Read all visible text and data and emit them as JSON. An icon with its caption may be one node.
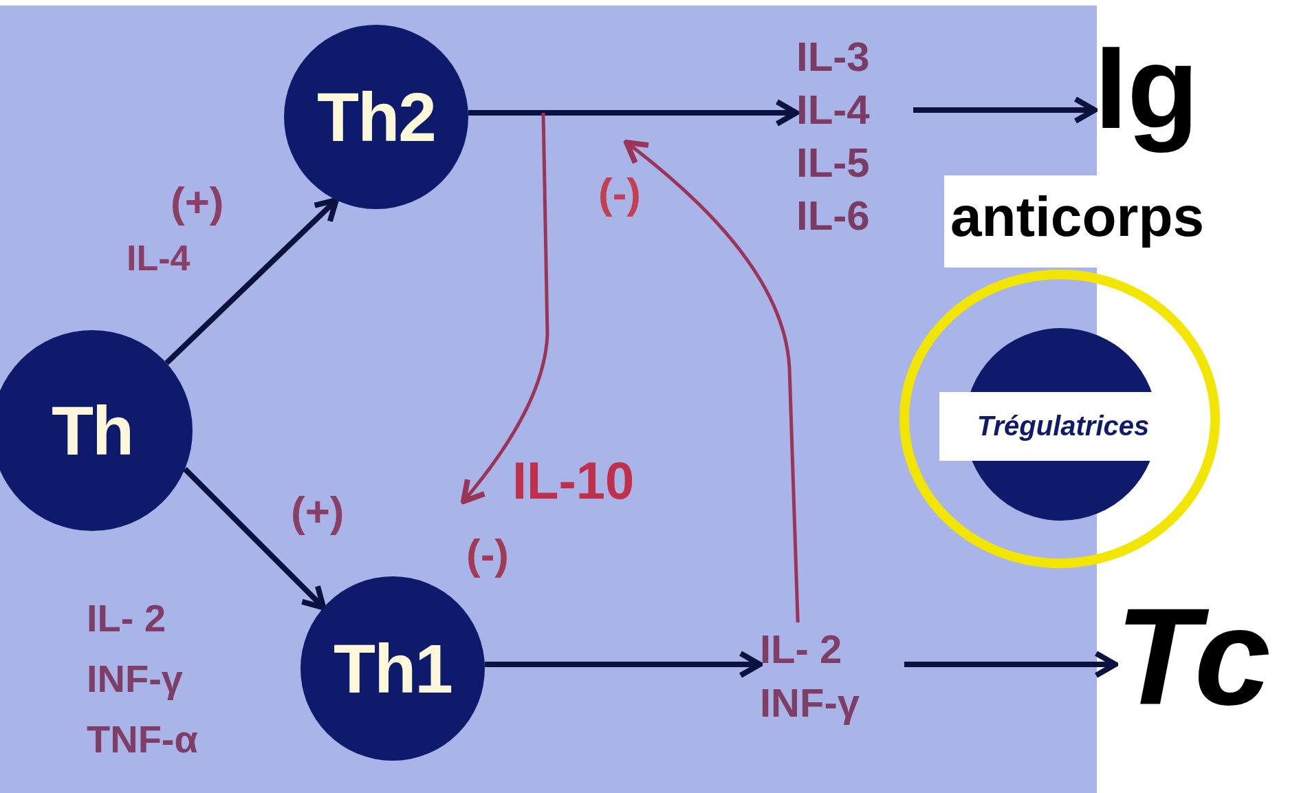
{
  "diagram": {
    "nodes": [
      {
        "text": [
          "Th"
        ]
      },
      {
        "text": [
          "Th2"
        ]
      },
      {
        "text": [
          "Th1"
        ]
      },
      {
        "text": [
          "IL-3 IL-4 IL-5 IL-6"
        ]
      },
      {
        "text": [
          "Ig"
        ],
        "beside": [
          "anticorps"
        ]
      },
      {
        "text": [
          "IL- 2 INF-γ"
        ]
      },
      {
        "text": [
          "Tc"
        ]
      },
      {
        "text": [
          "Trégulatrices"
        ]
      }
    ],
    "edges": [
      {
        "from": 0,
        "to": 1,
        "arrow": "to"
      },
      {
        "from": 0,
        "to": 2,
        "arrow": "to"
      },
      {
        "from": 1,
        "to": 3,
        "arrow": "to"
      },
      {
        "from": 3,
        "to": 4,
        "arrow": "to"
      },
      {
        "from": 2,
        "to": 5,
        "arrow": "to"
      },
      {
        "from": 5,
        "to": 6,
        "arrow": "to"
      },
      {
        "from": 1,
        "to": null,
        "arrow": "to",
        "color": "#9b3558"
      },
      {
        "from": 5,
        "to": null,
        "arrow": "to",
        "color": "#9b3558"
      }
    ],
    "labels": [
      "(+)",
      "IL-4",
      "(-)",
      "(+)",
      "IL-10",
      "(-)",
      "IL- 2 INF-γ TNF-α"
    ]
  }
}
